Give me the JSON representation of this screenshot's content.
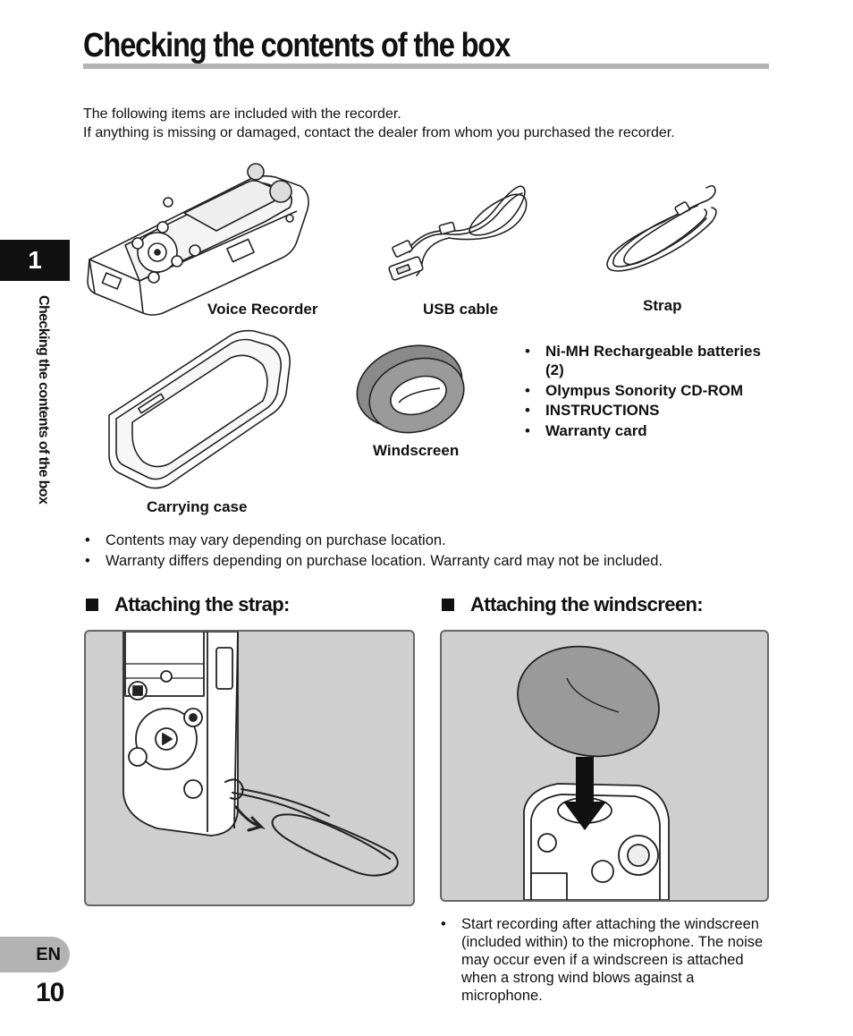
{
  "page": {
    "title": "Checking the contents of the box",
    "chapter_number": "1",
    "side_title": "Checking the contents of the box",
    "language_badge": "EN",
    "page_number": "10"
  },
  "intro": {
    "line1": "The following items are included with the recorder.",
    "line2": "If anything is missing or damaged, contact the dealer from whom you purchased the recorder."
  },
  "figures": {
    "voice_recorder": "Voice Recorder",
    "usb_cable": "USB cable",
    "strap": "Strap",
    "carrying_case": "Carrying case",
    "windscreen": "Windscreen"
  },
  "included_items": [
    "Ni-MH Rechargeable batteries (2)",
    "Olympus Sonority CD-ROM",
    "INSTRUCTIONS",
    "Warranty card"
  ],
  "notes": [
    "Contents may vary depending on purchase location.",
    "Warranty differs depending on purchase location. Warranty card may not be included."
  ],
  "sections": {
    "strap_heading": "Attaching the strap:",
    "windscreen_heading": "Attaching the windscreen:",
    "windscreen_note": "Start recording after attaching the windscreen (included within) to the microphone. The noise may occur even if a windscreen is attached when a strong wind blows against a microphone."
  },
  "colors": {
    "title_rule": "#b3b3b3",
    "chapter_tab": "#111111",
    "panel_bg": "#cfcfcf",
    "windscreen_fill": "#8a8a8a"
  },
  "icons": {
    "bullet_square": "black-square-icon",
    "bullet": "bullet-dot"
  }
}
